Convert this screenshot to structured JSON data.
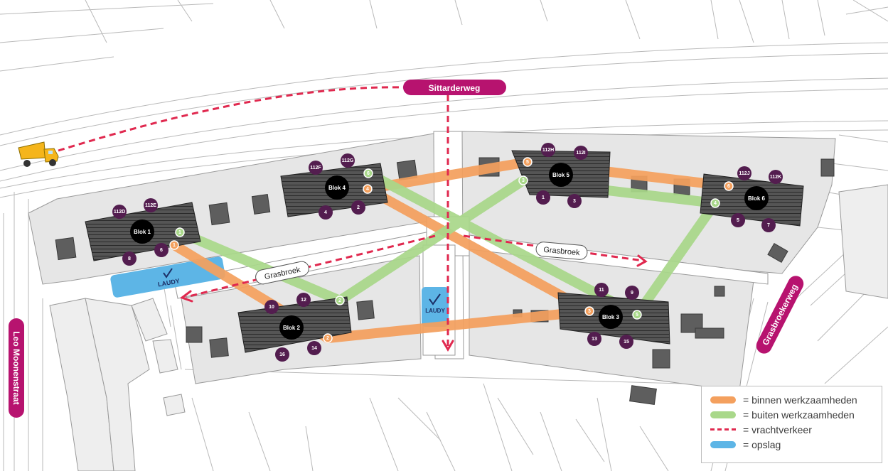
{
  "colors": {
    "binnen": "#f4a05e",
    "buiten": "#a9d88a",
    "vrachtverkeer": "#e0294f",
    "opslag": "#5db5e6",
    "street_label": "#b7136f",
    "block": "#000000",
    "unit": "#531d4f"
  },
  "street_labels": {
    "sittarderweg": "Sittarderweg",
    "leo_moonenstraat": "Leo Moonenstraat",
    "grasbroekerweg": "Grasbroekerweg"
  },
  "road_labels": {
    "grasbroek_west": "Grasbroek",
    "grasbroek_east": "Grasbroek"
  },
  "storage_labels": {
    "laudy_large": "LAUDY",
    "laudy_small": "LAUDY"
  },
  "blocks": {
    "blok1": "Blok 1",
    "blok2": "Blok 2",
    "blok3": "Blok 3",
    "blok4": "Blok 4",
    "blok5": "Blok 5",
    "blok6": "Blok 6"
  },
  "units": {
    "u112D": "112D",
    "u112E": "112E",
    "u8": "8",
    "u6": "6",
    "u112F": "112F",
    "u112G": "112G",
    "u4": "4",
    "u2": "2",
    "u112H": "112H",
    "u112I": "112I",
    "u1": "1",
    "u3": "3",
    "u112J": "112J",
    "u112K": "112K",
    "u5": "5",
    "u7": "7",
    "u10": "10",
    "u12": "12",
    "u16": "16",
    "u14": "14",
    "u11": "11",
    "u9": "9",
    "u13": "13",
    "u15": "15"
  },
  "route_steps": {
    "o1": "1",
    "o2": "2",
    "o3": "3",
    "o4": "4",
    "o5": "5",
    "o6": "6",
    "g1": "1",
    "g2": "2",
    "g3": "3",
    "g4": "4",
    "g5": "5",
    "g6": "6"
  },
  "legend": {
    "binnen": "= binnen werkzaamheden",
    "buiten": "= buiten werkzaamheden",
    "vrachtverkeer": "= vrachtverkeer",
    "opslag": "= opslag"
  }
}
